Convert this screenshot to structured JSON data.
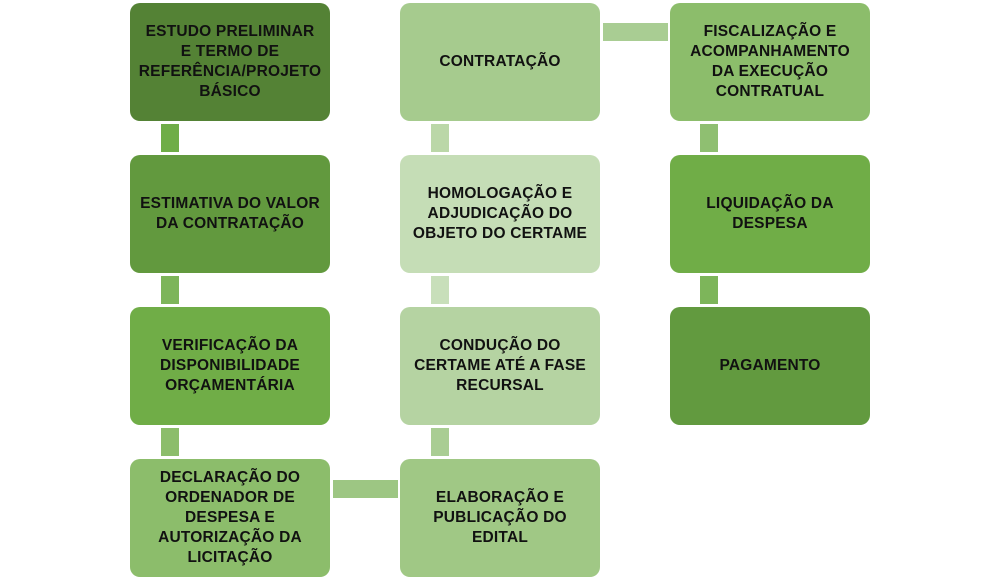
{
  "steps": [
    {
      "id": "step-1",
      "label": "ESTUDO PRELIMINAR E TERMO DE REFERÊNCIA/PROJETO BÁSICO",
      "color": "#548235"
    },
    {
      "id": "step-2",
      "label": "ESTIMATIVA DO VALOR DA CONTRATAÇÃO",
      "color": "#62993E"
    },
    {
      "id": "step-3",
      "label": "VERIFICAÇÃO DA DISPONIBILIDADE ORÇAMENTÁRIA",
      "color": "#70AD47"
    },
    {
      "id": "step-4",
      "label": "DECLARAÇÃO DO ORDENADOR DE DESPESA E AUTORIZAÇÃO DA LICITAÇÃO",
      "color": "#8CBD6B"
    },
    {
      "id": "step-5",
      "label": "ELABORAÇÃO E PUBLICAÇÃO DO EDITAL",
      "color": "#A0C885"
    },
    {
      "id": "step-6",
      "label": "CONDUÇÃO DO CERTAME ATÉ A FASE RECURSAL",
      "color": "#B5D3A2"
    },
    {
      "id": "step-7",
      "label": "HOMOLOGAÇÃO E ADJUDICAÇÃO DO OBJETO DO CERTAME",
      "color": "#C5DDB6"
    },
    {
      "id": "step-8",
      "label": "CONTRATAÇÃO",
      "color": "#A6CB8E"
    },
    {
      "id": "step-9",
      "label": "FISCALIZAÇÃO E ACOMPANHAMENTO DA EXECUÇÃO CONTRATUAL",
      "color": "#8CBD6B"
    },
    {
      "id": "step-10",
      "label": "LIQUIDAÇÃO DA DESPESA",
      "color": "#70AD47"
    },
    {
      "id": "step-11",
      "label": "PAGAMENTO",
      "color": "#629A3F"
    }
  ],
  "connector_colors": {
    "c1_2": "#6FAD47",
    "c2_3": "#7DB55A",
    "c3_4": "#8CBD6B",
    "c4_5": "#9DC683",
    "c5_6": "#A9CD93",
    "c6_7": "#C8DFBA",
    "c7_8": "#BBD7A8",
    "c8_9": "#A9CD93",
    "c9_10": "#8FBF71",
    "c10_11": "#7DB55A"
  }
}
